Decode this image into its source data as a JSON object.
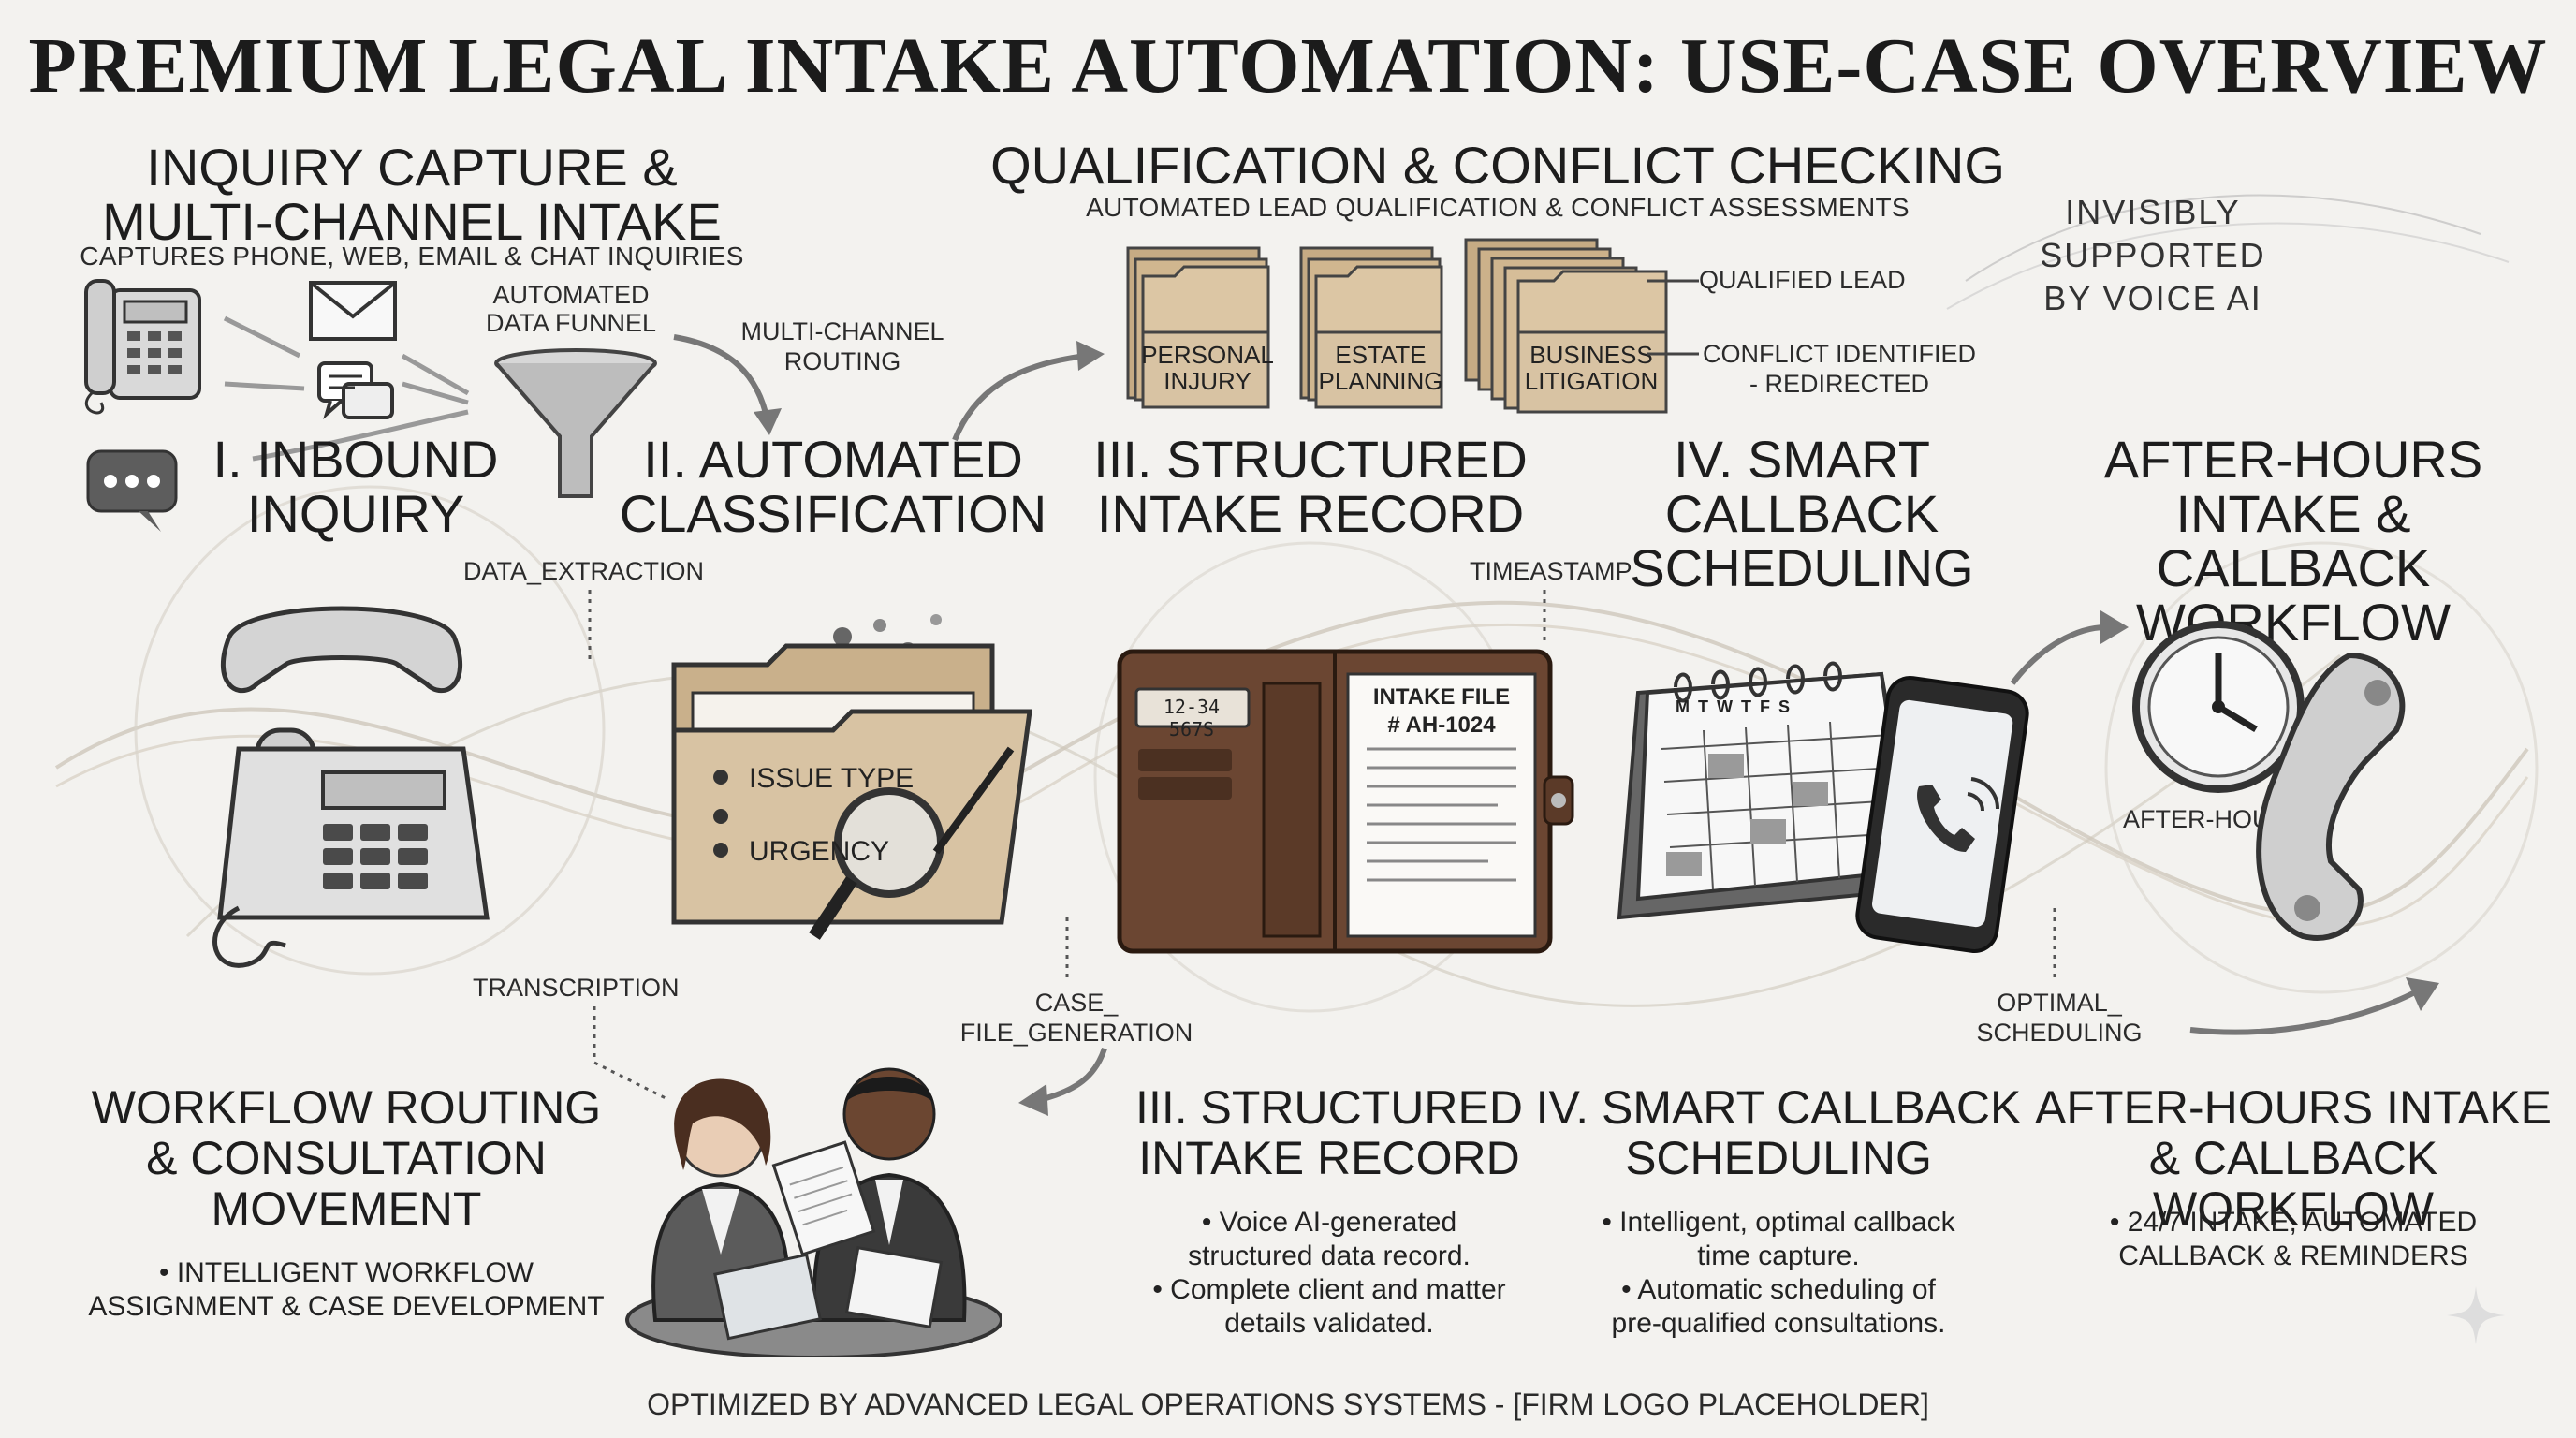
{
  "title": "PREMIUM LEGAL INTAKE AUTOMATION: USE-CASE OVERVIEW",
  "top_row": {
    "inquiry": {
      "heading_line1": "INQUIRY CAPTURE &",
      "heading_line2": "MULTI-CHANNEL INTAKE",
      "subtitle": "CAPTURES PHONE, WEB, EMAIL & CHAT INQUIRIES"
    },
    "funnel_label_line1": "AUTOMATED",
    "funnel_label_line2": "DATA FUNNEL",
    "routing_label_line1": "MULTI-CHANNEL",
    "routing_label_line2": "ROUTING",
    "qualification": {
      "heading": "QUALIFICATION & CONFLICT CHECKING",
      "subtitle": "AUTOMATED LEAD QUALIFICATION & CONFLICT ASSESSMENTS"
    },
    "folders": [
      {
        "line1": "PERSONAL",
        "line2": "INJURY"
      },
      {
        "line1": "ESTATE",
        "line2": "PLANNING"
      },
      {
        "line1": "BUSINESS",
        "line2": "LITIGATION"
      }
    ],
    "qualified_lead": "QUALIFIED LEAD",
    "conflict_line1": "CONFLICT IDENTIFIED",
    "conflict_line2": "- REDIRECTED",
    "voice_line1": "INVISIBLY SUPPORTED",
    "voice_line2": "BY VOICE AI"
  },
  "steps": [
    {
      "line1": "I. INBOUND",
      "line2": "INQUIRY"
    },
    {
      "line1": "II. AUTOMATED",
      "line2": "CLASSIFICATION"
    },
    {
      "line1": "III. STRUCTURED",
      "line2": "INTAKE RECORD"
    },
    {
      "line1": "IV. SMART CALLBACK",
      "line2": "SCHEDULING"
    },
    {
      "line1": "AFTER-HOURS",
      "line2": "INTAKE & CALLBACK",
      "line3": "WORKFLOW"
    }
  ],
  "middle": {
    "data_extraction": "DATA_EXTRACTION",
    "timestamp": "TIMEASTAMP",
    "issue_type": "ISSUE TYPE",
    "urgency": "URGENCY",
    "card_number": "12-34 567S",
    "intake_file_line1": "INTAKE FILE",
    "intake_file_line2": "# AH-1024",
    "calendar_days": "M  T  W  T  F  S",
    "after_hours": "AFTER-HOURS",
    "transcription": "TRANSCRIPTION",
    "case_file_line1": "CASE_",
    "case_file_line2": "FILE_GENERATION",
    "optimal_line1": "OPTIMAL_",
    "optimal_line2": "SCHEDULING"
  },
  "bottom": {
    "workflow": {
      "line1": "WORKFLOW ROUTING",
      "line2": "& CONSULTATION",
      "line3": "MOVEMENT",
      "body_line1": "• INTELLIGENT WORKFLOW",
      "body_line2": "ASSIGNMENT & CASE DEVELOPMENT"
    },
    "structured": {
      "line1": "III. STRUCTURED",
      "line2": "INTAKE RECORD",
      "body_line1": "• Voice AI-generated",
      "body_line2": "structured data record.",
      "body_line3": "• Complete client and matter",
      "body_line4": "details validated."
    },
    "callback": {
      "line1": "IV. SMART CALLBACK",
      "line2": "SCHEDULING",
      "body_line1": "• Intelligent, optimal callback",
      "body_line2": "time capture.",
      "body_line3": "• Automatic scheduling of",
      "body_line4": "pre-qualified consultations."
    },
    "after_hours": {
      "line1": "AFTER-HOURS INTAKE",
      "line2": "& CALLBACK WORKFLOW",
      "body_line1": "• 24/7 INTAKE, AUTOMATED",
      "body_line2": "CALLBACK & REMINDERS"
    }
  },
  "footer": "OPTIMIZED BY ADVANCED LEGAL OPERATIONS SYSTEMS - [FIRM LOGO PLACEHOLDER]",
  "colors": {
    "background": "#f3f2ef",
    "folder_tan": "#d8c3a3",
    "leather": "#6b4632",
    "ink": "#1d1d1d"
  }
}
